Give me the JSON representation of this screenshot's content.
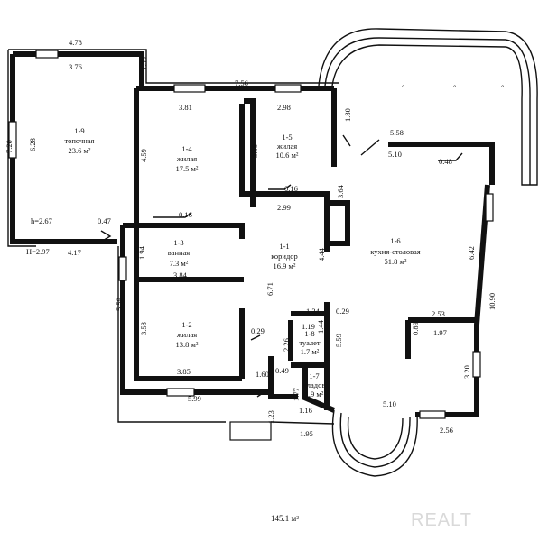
{
  "total_area": "145.1 м²",
  "watermark": "REALT",
  "rooms": [
    {
      "id": "1-9",
      "name": "топочная",
      "area": "23.6 м²"
    },
    {
      "id": "1-4",
      "name": "жилая",
      "area": "17.5 м²"
    },
    {
      "id": "1-5",
      "name": "жилая",
      "area": "10.6 м²"
    },
    {
      "id": "1-3",
      "name": "ванная",
      "area": "7.3 м²"
    },
    {
      "id": "1-1",
      "name": "коридор",
      "area": "16.9 м²"
    },
    {
      "id": "1-6",
      "name": "кухня-столовая",
      "area": "51.8 м²"
    },
    {
      "id": "1-2",
      "name": "жилая",
      "area": "13.8 м²"
    },
    {
      "id": "1-8",
      "name": "туалет",
      "area": "1.7 м²"
    },
    {
      "id": "1-7",
      "name": "кладов",
      "area": "1.9 м²"
    }
  ],
  "heights": {
    "h_boiler": "h=2.67",
    "h_house": "H=2.97"
  },
  "dims": {
    "d478": "4.78",
    "d376": "3.76",
    "d138": "1.38",
    "d756": "7.56",
    "d381": "3.81",
    "d298": "2.98",
    "d180": "1.80",
    "d558": "5.58",
    "d510a": "5.10",
    "d048": "0.48",
    "d720": "7.20",
    "d628": "6.28",
    "d459": "4.59",
    "d356": "3.56",
    "d016a": "0.16",
    "d299": "2.99",
    "d364": "3.64",
    "d047": "0.47",
    "d417": "4.17",
    "d016b": "0.16",
    "d194": "1.94",
    "d444": "4.44",
    "d642": "6.42",
    "d384": "3.84",
    "d671": "6.71",
    "d559a": "5.59",
    "d358": "3.58",
    "d029a": "0.29",
    "d134": "1.34",
    "d029b": "0.29",
    "d119": "1.19",
    "d144": "1.44",
    "d559b": "5.59",
    "d253": "2.53",
    "d089": "0.89",
    "d197": "1.97",
    "d1090": "10.90",
    "d226": "2.26",
    "d385": "3.85",
    "d160": "1.60",
    "d049": "0.49",
    "d177": "1.77",
    "d320": "3.20",
    "d599": "5.99",
    "d510b": "5.10",
    "d116": "1.16",
    "d123": "1.23",
    "d195": "1.95",
    "d256": "2.56"
  }
}
